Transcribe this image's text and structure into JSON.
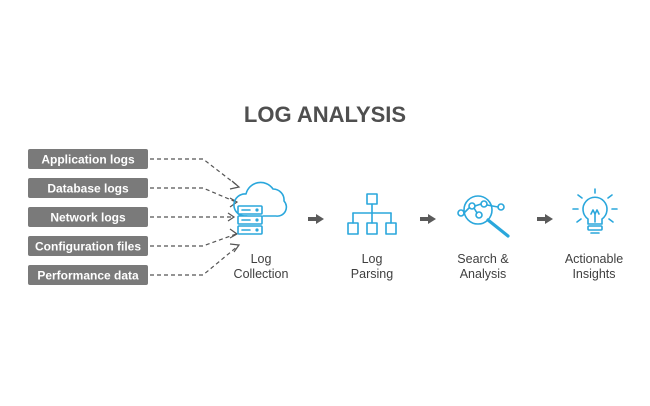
{
  "title": "LOG ANALYSIS",
  "sources": [
    "Application logs",
    "Database logs",
    "Network logs",
    "Configuration files",
    "Performance data"
  ],
  "stages": [
    {
      "line1": "Log",
      "line2": "Collection",
      "icon": "cloud-server-icon"
    },
    {
      "line1": "Log",
      "line2": "Parsing",
      "icon": "hierarchy-icon"
    },
    {
      "line1": "Search &",
      "line2": "Analysis",
      "icon": "magnifier-network-icon"
    },
    {
      "line1": "Actionable",
      "line2": "Insights",
      "icon": "lightbulb-icon"
    }
  ],
  "colors": {
    "accent": "#2aa7dc",
    "source_box": "#7a7a7a",
    "arrow": "#5a5a5a",
    "title": "#4f4f4f"
  }
}
